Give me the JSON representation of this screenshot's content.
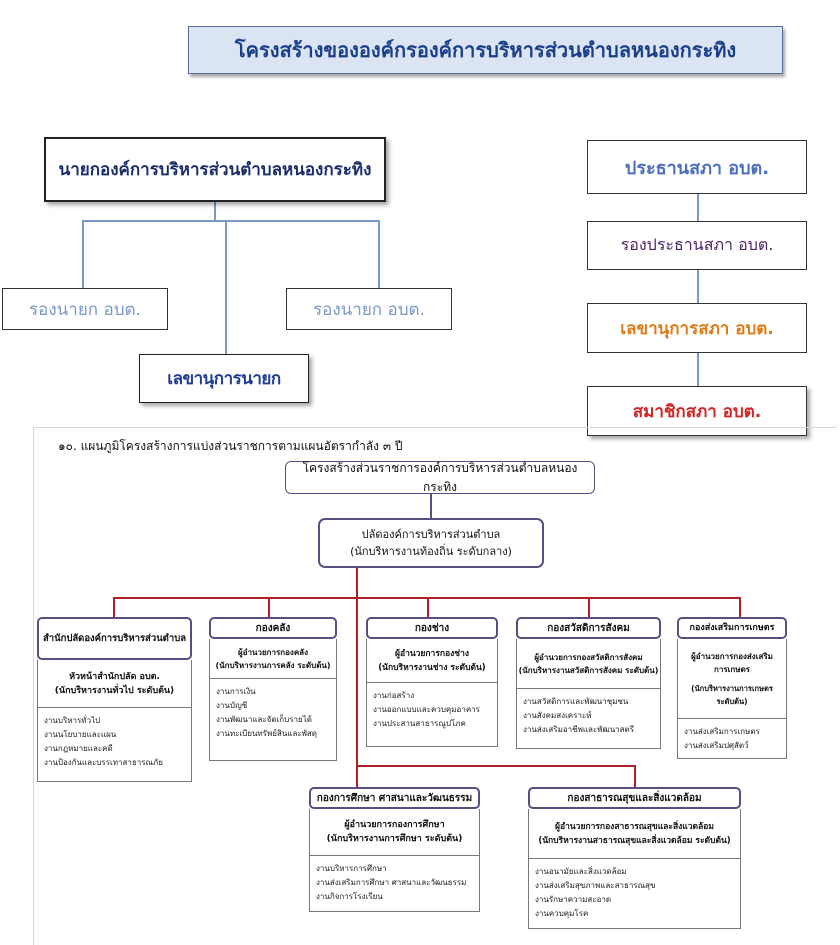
{
  "top": {
    "title": "โครงสร้างขององค์กรองค์การบริหารส่วนตำบลหนองกระทิง",
    "mayor": "นายกองค์การบริหารส่วนตำบลหนองกระทิง",
    "deputy_left": "รองนายก อบต.",
    "deputy_right": "รองนายก อบต.",
    "mayor_secretary": "เลขานุการนายก",
    "council_chair": "ประธานสภา อบต.",
    "council_vice_chair": "รองประธานสภา อบต.",
    "council_secretary": "เลขานุการสภา อบต.",
    "council_member": "สมาชิกสภา อบต."
  },
  "lower": {
    "heading": "๑๐.  แผนภูมิโครงสร้างการแบ่งส่วนราชการตามแผนอัตรากำลัง ๓ ปี",
    "structure_title": "โครงสร้างส่วนราชการองค์การบริหารส่วนตำบลหนองกระทิง",
    "deputy_head_line1": "ปลัดองค์การบริหารส่วนตำบล",
    "deputy_head_line2": "(นักบริหารงานท้องถิ่น ระดับกลาง)",
    "departments": [
      {
        "name": "สำนักปลัดองค์การบริหารส่วนตำบล",
        "head_line1": "หัวหน้าสำนักปลัด อบต.",
        "head_line2": "(นักบริหารงานทั่วไป ระดับต้น)",
        "tasks": [
          "งานบริหารทั่วไป",
          "งานนโยบายและแผน",
          "งานกฎหมายและคดี",
          "งานป้องกันและบรรเทาสาธารณภัย"
        ]
      },
      {
        "name": "กองคลัง",
        "head_line1": "ผู้อำนวยการกองคลัง",
        "head_line2": "(นักบริหารงานการคลัง ระดับต้น)",
        "tasks": [
          "งานการเงิน",
          "งานบัญชี",
          "งานพัฒนาและจัดเก็บรายได้",
          "งานทะเบียนทรัพย์สินและพัสดุ"
        ]
      },
      {
        "name": "กองช่าง",
        "head_line1": "ผู้อำนวยการกองช่าง",
        "head_line2": "(นักบริหารงานช่าง ระดับต้น)",
        "tasks": [
          "งานก่อสร้าง",
          "งานออกแบบและควบคุมอาคาร",
          "งานประสานสาธารณูปโภค"
        ]
      },
      {
        "name": "กองสวัสดิการสังคม",
        "head_line1": "ผู้อำนวยการกองสวัสดิการสังคม",
        "head_line2": "(นักบริหารงานสวัสดิการสังคม ระดับต้น)",
        "tasks": [
          "งานสวัสดิการและพัฒนาชุมชน",
          "งานสังคมสงเคราะห์",
          "งานส่งเสริมอาชีพและพัฒนาสตรี"
        ]
      },
      {
        "name": "กองส่งเสริมการเกษตร",
        "head_line1": "ผู้อำนวยการกองส่งเสริม",
        "head_line1b": "การเกษตร",
        "head_line2": "(นักบริหารงานการเกษตร",
        "head_line2b": "ระดับต้น)",
        "tasks": [
          "งานส่งเสริมการเกษตร",
          "งานส่งเสริมปศุสัตว์"
        ]
      },
      {
        "name": "กองการศึกษา ศาสนาและวัฒนธรรม",
        "head_line1": "ผู้อำนวยการกองการศึกษา",
        "head_line2": "(นักบริหารงานการศึกษา ระดับต้น)",
        "tasks": [
          "งานบริหารการศึกษา",
          "งานส่งเสริมการศึกษา ศาสนาและวัฒนธรรม",
          "งานกิจการโรงเรียน"
        ]
      },
      {
        "name": "กองสาธารณสุขและสิ่งแวดล้อม",
        "head_line1": "ผู้อำนวยการกองสาธารณสุขและสิ่งแวดล้อม",
        "head_line2": "(นักบริหารงานสาธารณสุขและสิ่งแวดล้อม ระดับต้น)",
        "tasks": [
          "งานอนามัยและสิ่งแวดล้อม",
          "งานส่งเสริมสุขภาพและสาธารณสุข",
          "งานรักษาความสะอาด",
          "งานควบคุมโรค"
        ]
      }
    ]
  },
  "colors": {
    "title_text": "#1a3f8a",
    "connector_top": "#7a98c8",
    "connector_lower": "#b01f24",
    "box_border_lower": "#5a4d82"
  }
}
